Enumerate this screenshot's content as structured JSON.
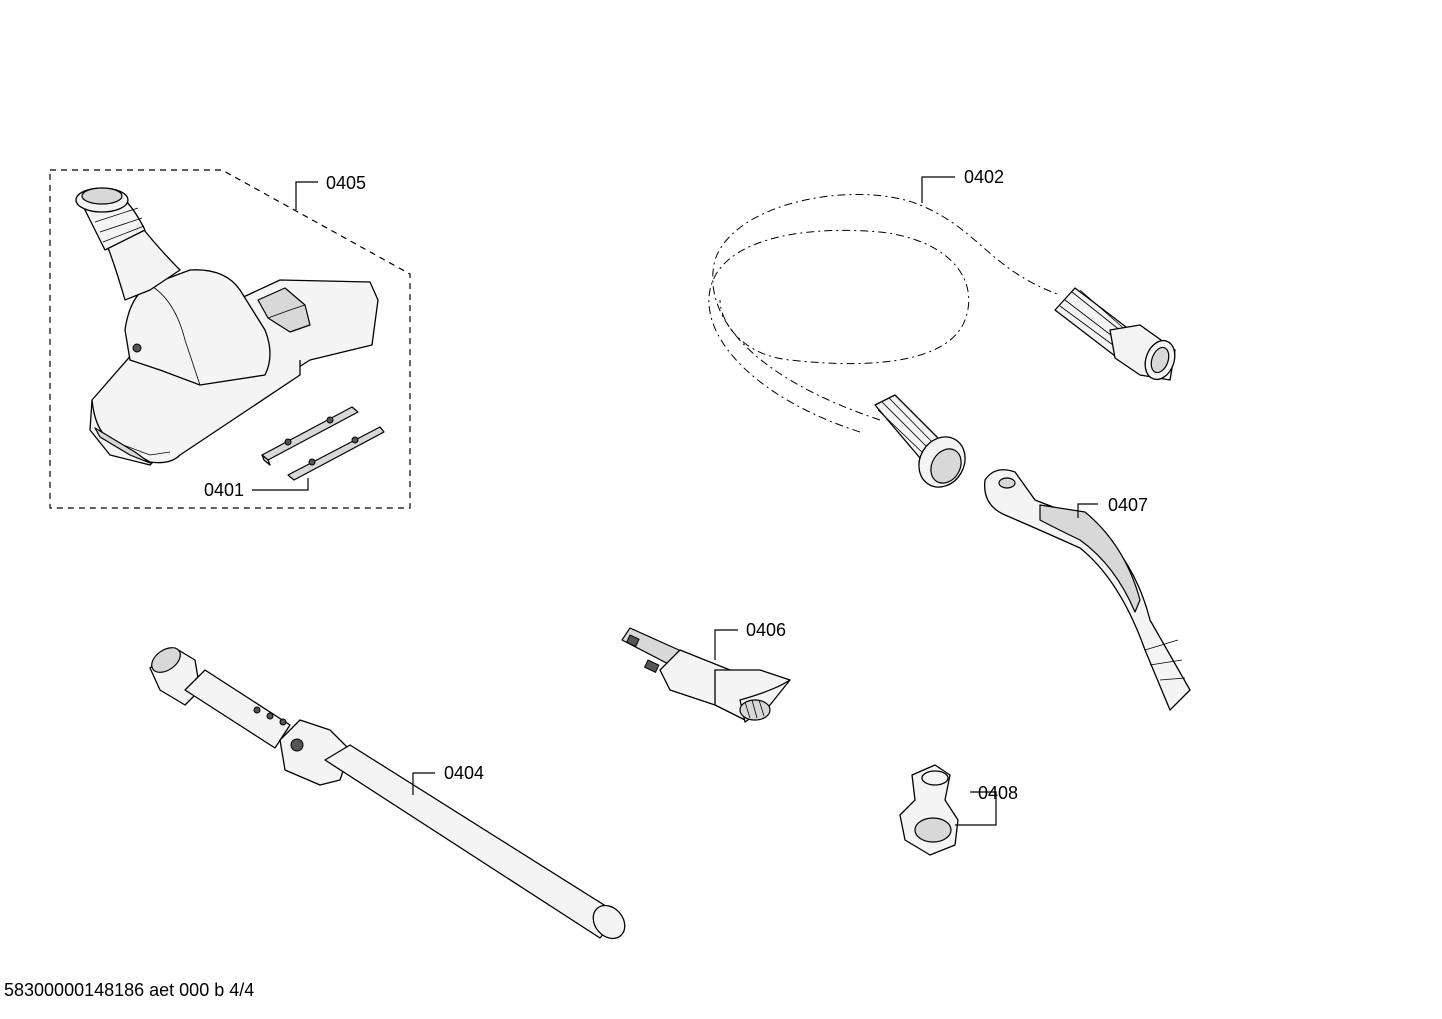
{
  "diagram": {
    "parts": [
      {
        "id": "p0405",
        "label": "0405",
        "icon": "floor-nozzle-icon"
      },
      {
        "id": "p0401",
        "label": "0401",
        "icon": "nozzle-strip-icon"
      },
      {
        "id": "p0402",
        "label": "0402",
        "icon": "suction-hose-icon"
      },
      {
        "id": "p0407",
        "label": "0407",
        "icon": "hose-handle-icon"
      },
      {
        "id": "p0406",
        "label": "0406",
        "icon": "crevice-nozzle-icon"
      },
      {
        "id": "p0404",
        "label": "0404",
        "icon": "telescopic-tube-icon"
      },
      {
        "id": "p0408",
        "label": "0408",
        "icon": "clip-holder-icon"
      }
    ]
  },
  "footer": {
    "code": "58300000148186 aet 000 b 4/4"
  }
}
